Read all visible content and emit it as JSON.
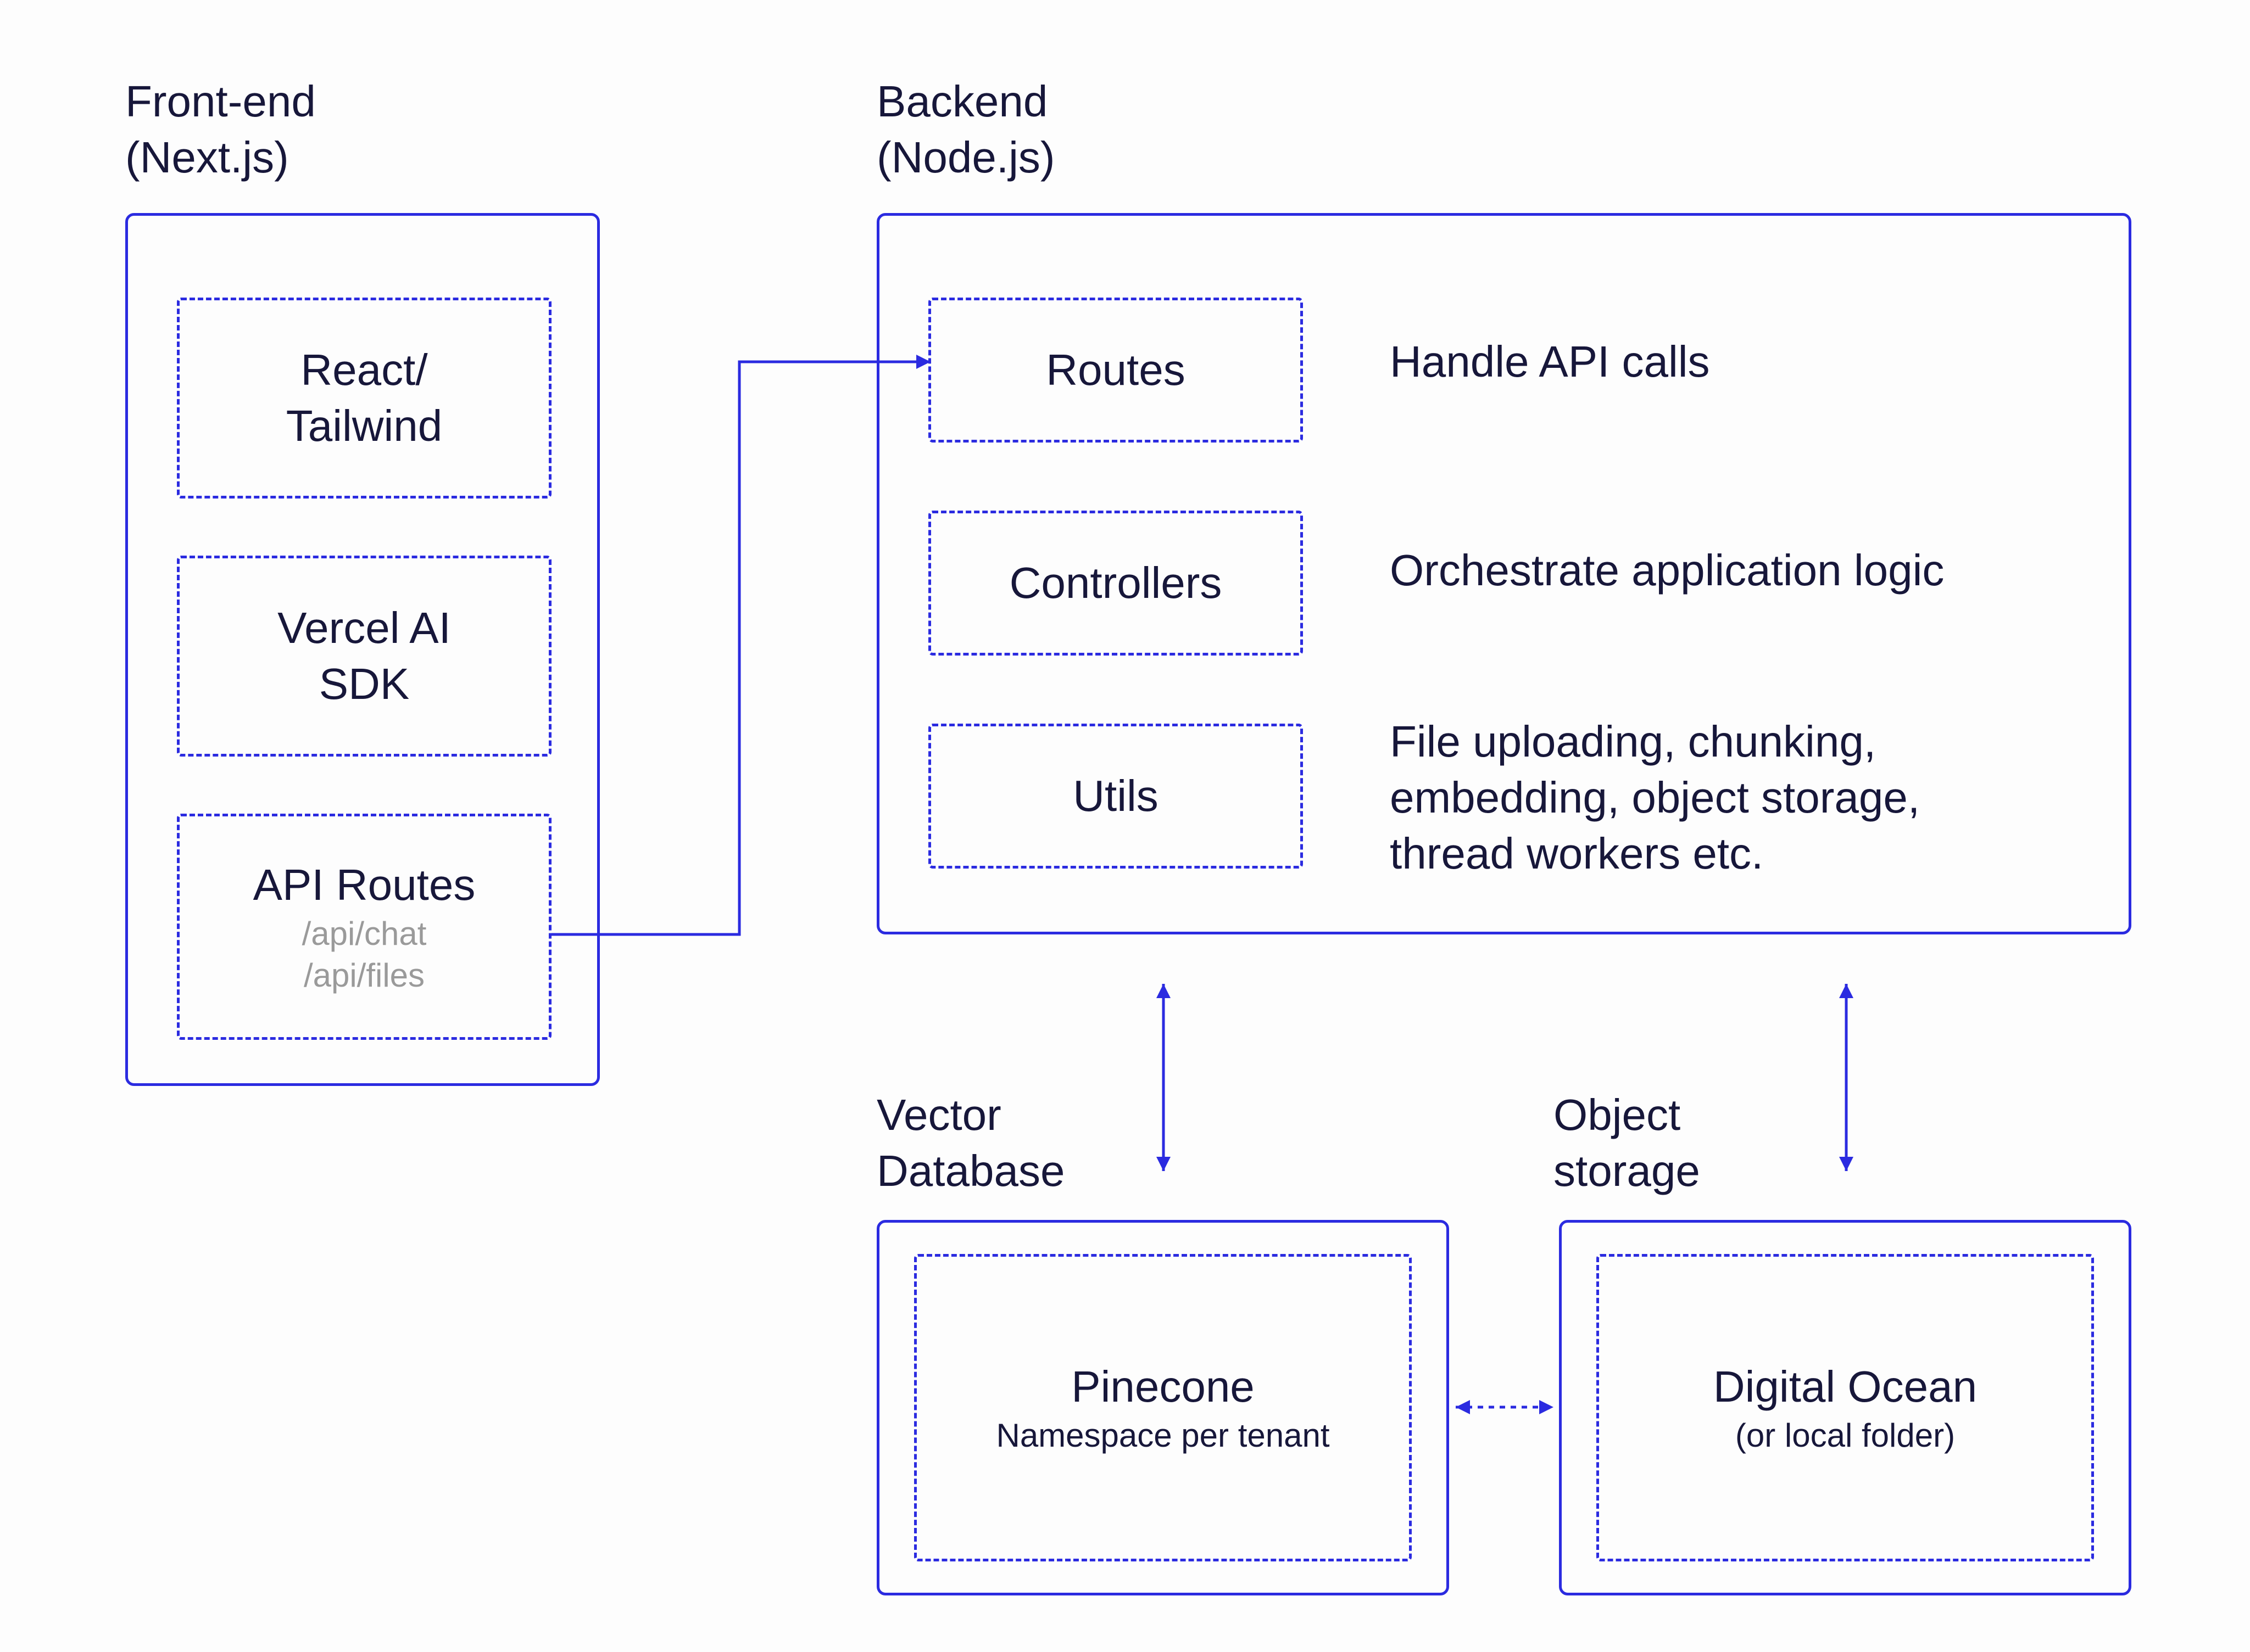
{
  "frontend": {
    "heading": [
      "Front-end",
      "(Next.js)"
    ],
    "react_tailwind": [
      "React/",
      "Tailwind"
    ],
    "vercel_sdk": [
      "Vercel AI",
      "SDK"
    ],
    "api_routes": {
      "label": "API Routes",
      "paths": [
        "/api/chat",
        "/api/files"
      ]
    }
  },
  "backend": {
    "heading": [
      "Backend",
      "(Node.js)"
    ],
    "routes": {
      "label": "Routes",
      "desc": "Handle API calls"
    },
    "controllers": {
      "label": "Controllers",
      "desc": "Orchestrate application logic"
    },
    "utils": {
      "label": "Utils",
      "desc": [
        "File uploading, chunking,",
        "embedding, object storage,",
        "thread workers etc."
      ]
    }
  },
  "vector_db": {
    "heading": [
      "Vector",
      "Database"
    ],
    "name": "Pinecone",
    "sub": "Namespace per tenant"
  },
  "object_storage": {
    "heading": [
      "Object",
      "storage"
    ],
    "name": "Digital Ocean",
    "sub": "(or local folder)"
  },
  "colors": {
    "accent": "#2b2be0",
    "text": "#17173a",
    "muted": "#9a9a9a",
    "background": "#fdfdfd"
  }
}
